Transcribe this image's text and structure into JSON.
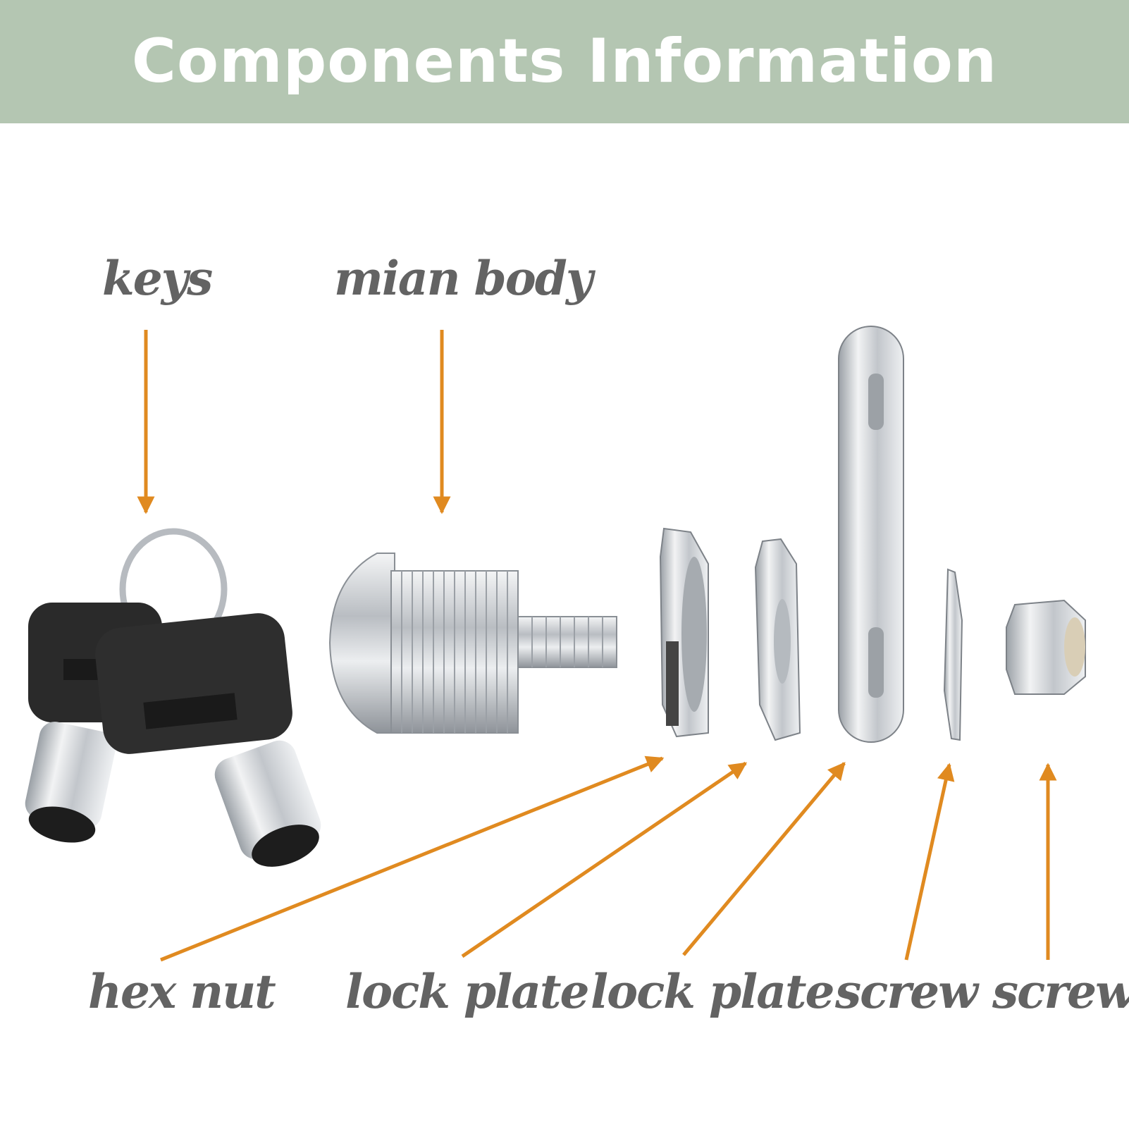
{
  "banner": {
    "title": "Components Information",
    "background": "#b4c6b2",
    "text_color": "#ffffff"
  },
  "labels": {
    "keys": "keys",
    "main_body": "mian body",
    "hex_nut": "hex nut",
    "lock_plate_1": "lock plate",
    "lock_plate_2": "lock plate",
    "screw_1": "screw",
    "screw_2": "screw"
  },
  "colors": {
    "label": "#636363",
    "arrow": "#e08a20",
    "metal": "#c9ccd0",
    "key_head": "#2a2a2a"
  }
}
